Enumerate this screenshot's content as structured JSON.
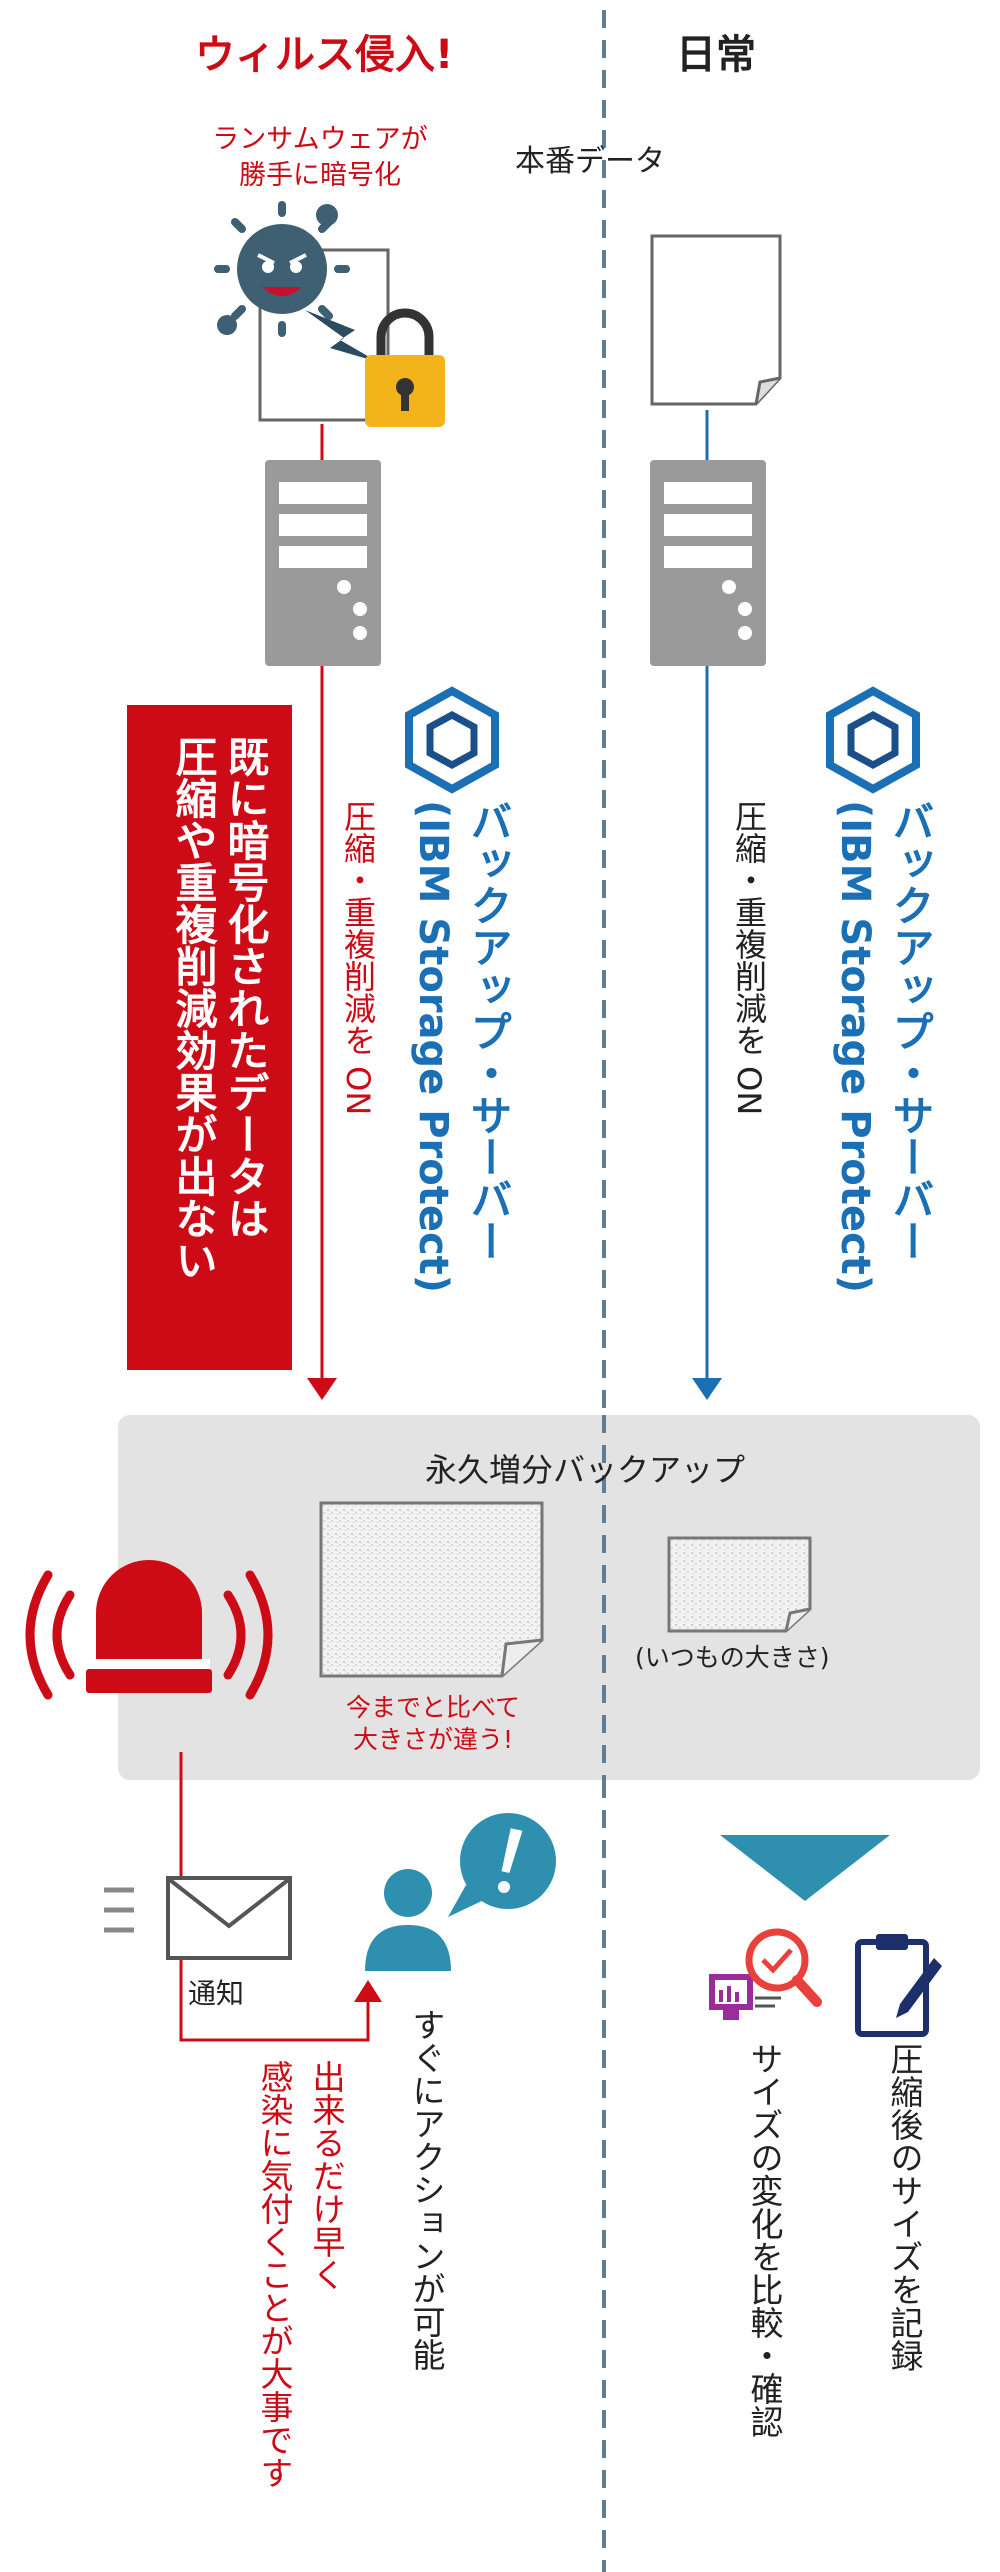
{
  "left": {
    "title": "ウィルス侵入!",
    "ransom_label_1": "ランサムウェアが",
    "ransom_label_2": "勝手に暗号化",
    "warning_box": [
      "既に暗号化されたデータは",
      "圧縮や重複削減効果が出ない"
    ],
    "setting": "圧縮・重複削減を ON",
    "server_name_1": "バックアップ・サーバー",
    "server_name_2": "(IBM Storage Protect)",
    "size_note_1": "今までと比べて",
    "size_note_2": "大きさが違う!",
    "notify_label": "通知",
    "action_text": "すぐにアクションが可能",
    "advice": [
      "出来るだけ早く",
      "感染に気付くことが大事です"
    ]
  },
  "right": {
    "title": "日常",
    "data_label": "本番データ",
    "setting": "圧縮・重複削減を ON",
    "server_name_1": "バックアップ・サーバー",
    "server_name_2": "(IBM Storage Protect)",
    "normal_size": "(いつもの大きさ)",
    "step_record": "圧縮後のサイズを記録",
    "step_compare": "サイズの変化を比較・確認"
  },
  "backup_panel": {
    "title": "永久増分バックアップ"
  },
  "colors": {
    "alert_red": "#cc0b16",
    "ibm_blue": "#1a6fb5",
    "panel_gray": "#e3e3e3",
    "server_gray": "#9a9a9a",
    "teal": "#2f8fae"
  },
  "icons": [
    "virus-icon",
    "padlock-icon",
    "document-icon",
    "server-icon",
    "ibm-storage-protect-logo",
    "alarm-light-icon",
    "mail-icon",
    "person-icon",
    "speech-bubble-exclamation-icon",
    "down-triangle-icon",
    "magnifier-chart-icon",
    "clipboard-pen-icon"
  ]
}
